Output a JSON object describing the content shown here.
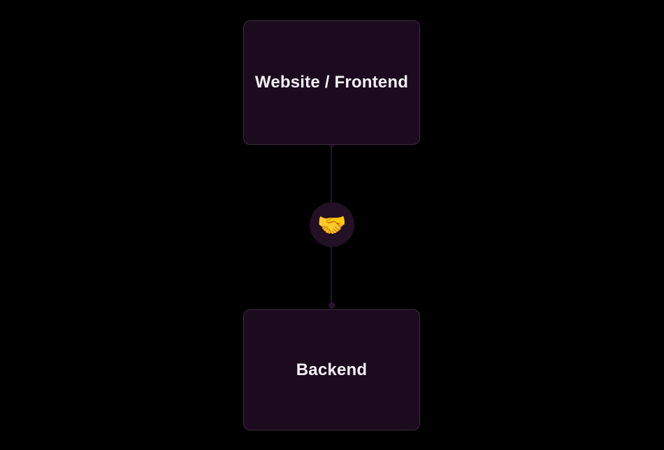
{
  "diagram": {
    "type": "flow-diagram",
    "background_color": "#000000",
    "nodes": [
      {
        "id": "frontend",
        "label": "Website / Frontend"
      },
      {
        "id": "backend",
        "label": "Backend"
      }
    ],
    "edges": [
      {
        "from": "frontend",
        "to": "backend",
        "style": "vertical-line",
        "badge_emoji": "🤝",
        "badge_icon_name": "handshake-icon"
      }
    ],
    "colors": {
      "node_fill": "#1c0b1f",
      "node_border": "rgba(255,255,255,0.14)",
      "node_text": "#f4f1f6",
      "edge_line": "#2d1133",
      "badge_fill": "#221024"
    }
  }
}
